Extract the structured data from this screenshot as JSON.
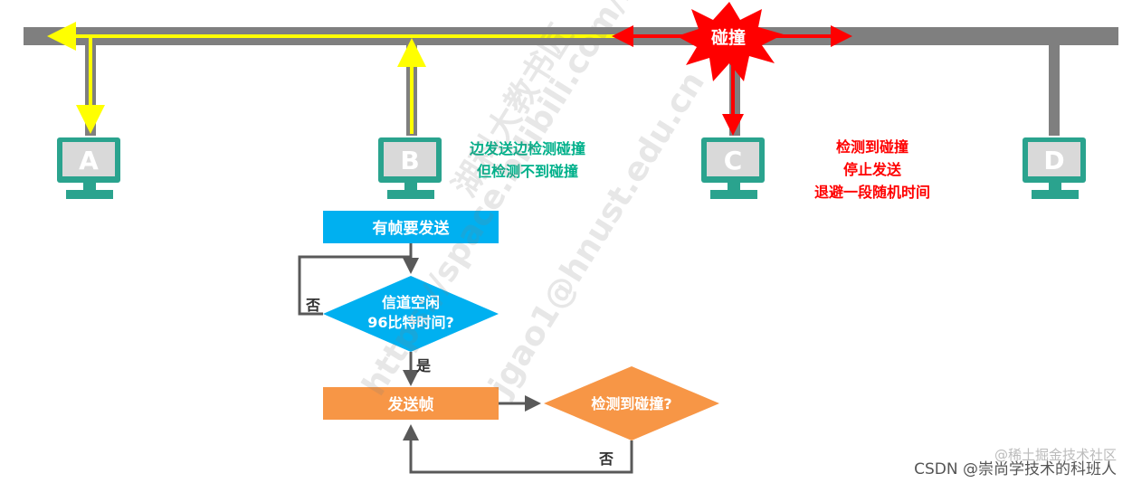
{
  "stations": [
    {
      "id": "A"
    },
    {
      "id": "B"
    },
    {
      "id": "C"
    },
    {
      "id": "D"
    }
  ],
  "collision_label": "碰撞",
  "station_b_note": [
    "边发送边检测碰撞",
    "但检测不到碰撞"
  ],
  "station_c_note": [
    "检测到碰撞",
    "停止发送",
    "退避一段随机时间"
  ],
  "flowchart": {
    "start": "有帧要发送",
    "decision_idle": [
      "信道空闲",
      "96比特时间?"
    ],
    "yes_label": "是",
    "no_label_idle": "否",
    "send_frame": "发送帧",
    "decision_collision": "检测到碰撞?",
    "no_label_collision": "否"
  },
  "watermark": {
    "diagonal_1": "https://space.bilibili.com/3",
    "diagonal_2": "jgao1@hnust.edu.cn",
    "diagonal_3": "湖科大教书匠",
    "footer": "CSDN @崇尚学技术的科班人",
    "footer_overlay": "@稀土掘金技术社区"
  },
  "colors": {
    "bus": "#7f7f7f",
    "yellow": "#ffff00",
    "red": "#ff0000",
    "teal_text": "#00b08a",
    "red_text": "#ff0000",
    "monitor_frame": "#2aa38e",
    "monitor_screen": "#d9d9d9",
    "blue_box": "#00b0f0",
    "orange_box": "#f79646"
  }
}
